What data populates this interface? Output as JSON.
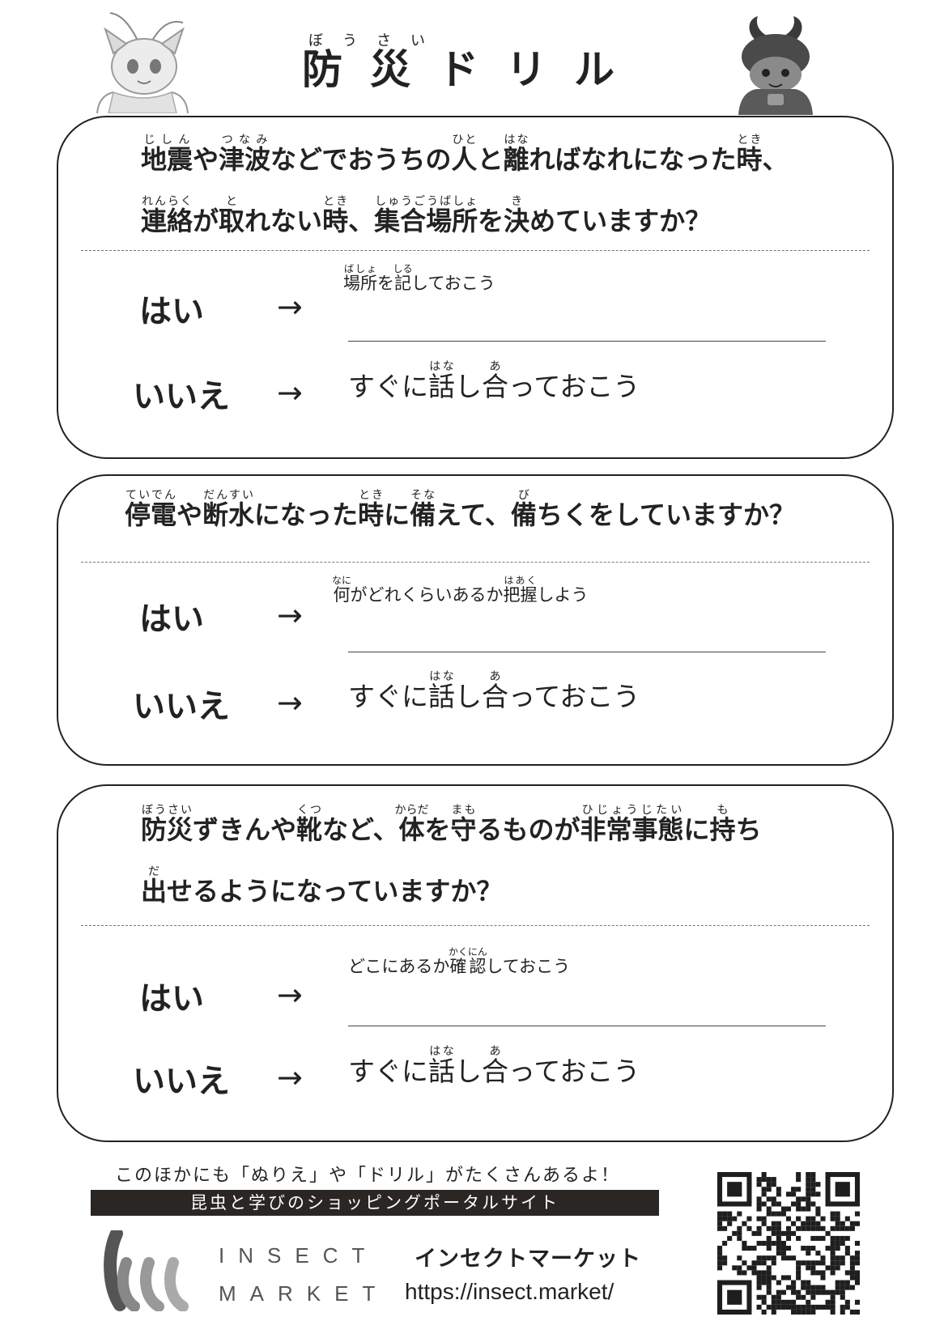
{
  "title": {
    "kanji1": "防",
    "kanji2": "災",
    "rest": "ドリル",
    "ruby": "ぼうさい"
  },
  "q1": {
    "line1": [
      {
        "t": "地震",
        "r": "じしん"
      },
      {
        "t": "や"
      },
      {
        "t": "津波",
        "r": "つなみ"
      },
      {
        "t": "などでおうちの"
      },
      {
        "t": "人",
        "r": "ひと"
      },
      {
        "t": "と"
      },
      {
        "t": "離",
        "r": "はな"
      },
      {
        "t": "ればなれになった"
      },
      {
        "t": "時",
        "r": "とき"
      },
      {
        "t": "、"
      }
    ],
    "line2": [
      {
        "t": "連絡",
        "r": "れんらく"
      },
      {
        "t": "が"
      },
      {
        "t": "取",
        "r": "と"
      },
      {
        "t": "れない"
      },
      {
        "t": "時",
        "r": "とき"
      },
      {
        "t": "、"
      },
      {
        "t": "集合場所",
        "r": "しゅうごうばしょ"
      },
      {
        "t": "を"
      },
      {
        "t": "決",
        "r": "き"
      },
      {
        "t": "めていますか？"
      }
    ],
    "yes": "はい",
    "arrow_yes": "→",
    "yes_note": [
      {
        "t": "場所",
        "r": "ばしょ"
      },
      {
        "t": "を"
      },
      {
        "t": "記",
        "r": "しる"
      },
      {
        "t": "しておこう"
      }
    ],
    "no": "いいえ",
    "arrow_no": "→",
    "no_note": [
      {
        "t": "すぐに"
      },
      {
        "t": "話",
        "r": "はな"
      },
      {
        "t": "し"
      },
      {
        "t": "合",
        "r": "あ"
      },
      {
        "t": "っておこう"
      }
    ]
  },
  "q2": {
    "line1": [
      {
        "t": "停電",
        "r": "ていでん"
      },
      {
        "t": "や"
      },
      {
        "t": "断水",
        "r": "だんすい"
      },
      {
        "t": "になった"
      },
      {
        "t": "時",
        "r": "とき"
      },
      {
        "t": "に"
      },
      {
        "t": "備",
        "r": "そな"
      },
      {
        "t": "えて、"
      },
      {
        "t": "備",
        "r": "び"
      },
      {
        "t": "ちくをしていますか？"
      }
    ],
    "yes": "はい",
    "arrow_yes": "→",
    "yes_note": [
      {
        "t": "何",
        "r": "なに"
      },
      {
        "t": "がどれくらいあるか"
      },
      {
        "t": "把握",
        "r": "はあく"
      },
      {
        "t": "しよう"
      }
    ],
    "no": "いいえ",
    "arrow_no": "→",
    "no_note": [
      {
        "t": "すぐに"
      },
      {
        "t": "話",
        "r": "はな"
      },
      {
        "t": "し"
      },
      {
        "t": "合",
        "r": "あ"
      },
      {
        "t": "っておこう"
      }
    ]
  },
  "q3": {
    "line1": [
      {
        "t": "防災",
        "r": "ぼうさい"
      },
      {
        "t": "ずきんや"
      },
      {
        "t": "靴",
        "r": "くつ"
      },
      {
        "t": "など、"
      },
      {
        "t": "体",
        "r": "からだ"
      },
      {
        "t": "を"
      },
      {
        "t": "守",
        "r": "まも"
      },
      {
        "t": "るものが"
      },
      {
        "t": "非常事態",
        "r": "ひじょうじたい"
      },
      {
        "t": "に"
      },
      {
        "t": "持",
        "r": "も"
      },
      {
        "t": "ち"
      }
    ],
    "line2": [
      {
        "t": "出",
        "r": "だ"
      },
      {
        "t": "せるようになっていますか？"
      }
    ],
    "yes": "はい",
    "arrow_yes": "→",
    "yes_note": [
      {
        "t": "どこにあるか"
      },
      {
        "t": "確認",
        "r": "かくにん"
      },
      {
        "t": "しておこう"
      }
    ],
    "no": "いいえ",
    "arrow_no": "→",
    "no_note": [
      {
        "t": "すぐに"
      },
      {
        "t": "話",
        "r": "はな"
      },
      {
        "t": "し"
      },
      {
        "t": "合",
        "r": "あ"
      },
      {
        "t": "っておこう"
      }
    ]
  },
  "footer": {
    "more_text": "このほかにも「ぬりえ」や「ドリル」がたくさんあるよ！",
    "banner": "昆虫と学びのショッピングポータルサイト",
    "logo_line1": "INSECT",
    "logo_line2": "MARKET",
    "brand_name": "インセクトマーケット",
    "url": "https://insect.market/"
  },
  "icons": {
    "left_mascot": "insect-girl-mascot",
    "right_mascot": "beetle-samurai-mascot",
    "qr": "qr-code",
    "logo": "insect-market-logo"
  }
}
